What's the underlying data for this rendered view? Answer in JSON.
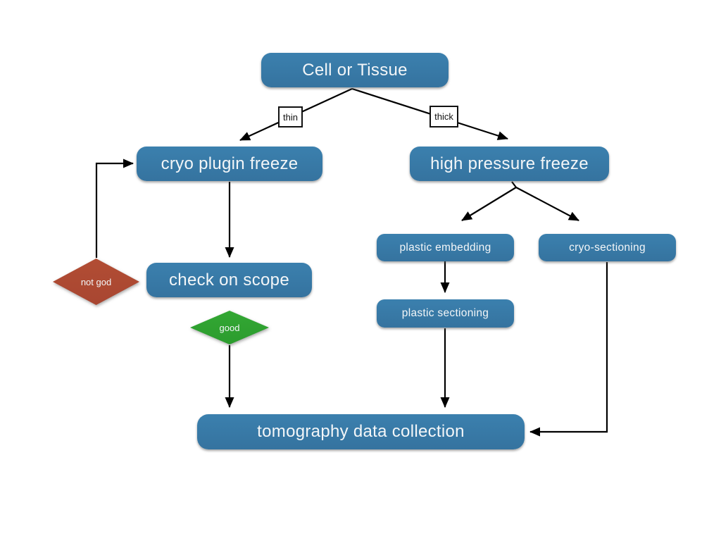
{
  "diagram": {
    "title": "Cell or Tissue cryo-preparation flowchart",
    "background_color": "#ffffff",
    "colors": {
      "process_node_fill": "#3779a8",
      "node_text": "#f3f6f8",
      "decision_not_good_fill": "#ad4a33",
      "decision_good_fill": "#2fa231",
      "arrow": "#000000",
      "edge_label_border": "#111111",
      "edge_label_text": "#111111",
      "edge_label_fill": "#ffffff"
    },
    "nodes": {
      "cell_or_tissue": {
        "label": "Cell or Tissue"
      },
      "cryo_plugin_freeze": {
        "label": "cryo plugin freeze"
      },
      "high_pressure_freeze": {
        "label": "high pressure freeze"
      },
      "check_on_scope": {
        "label": "check on scope"
      },
      "plastic_embedding": {
        "label": "plastic embedding"
      },
      "cryo_sectioning": {
        "label": "cryo-sectioning"
      },
      "plastic_sectioning": {
        "label": "plastic sectioning"
      },
      "tomography": {
        "label": "tomography data collection"
      }
    },
    "decisions": {
      "not_good": {
        "label": "not god"
      },
      "good": {
        "label": "good"
      }
    },
    "edge_labels": {
      "thin": "thin",
      "thick": "thick"
    },
    "edges": [
      {
        "from": "cell_or_tissue",
        "to": "cryo_plugin_freeze",
        "label": "thin"
      },
      {
        "from": "cell_or_tissue",
        "to": "high_pressure_freeze",
        "label": "thick"
      },
      {
        "from": "cryo_plugin_freeze",
        "to": "check_on_scope",
        "label": ""
      },
      {
        "from": "not_good",
        "to": "cryo_plugin_freeze",
        "label": ""
      },
      {
        "from": "high_pressure_freeze",
        "to": "plastic_embedding",
        "label": ""
      },
      {
        "from": "high_pressure_freeze",
        "to": "cryo_sectioning",
        "label": ""
      },
      {
        "from": "plastic_embedding",
        "to": "plastic_sectioning",
        "label": ""
      },
      {
        "from": "plastic_sectioning",
        "to": "tomography",
        "label": ""
      },
      {
        "from": "good",
        "to": "tomography",
        "label": ""
      },
      {
        "from": "cryo_sectioning",
        "to": "tomography",
        "label": ""
      }
    ]
  }
}
